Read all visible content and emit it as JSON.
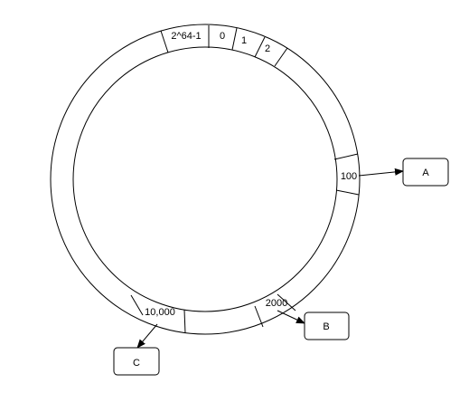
{
  "diagram": {
    "ring_segments": [
      {
        "id": "seg-max",
        "label": "2^64-1"
      },
      {
        "id": "seg-0",
        "label": "0"
      },
      {
        "id": "seg-1",
        "label": "1"
      },
      {
        "id": "seg-2",
        "label": "2"
      },
      {
        "id": "seg-100",
        "label": "100"
      },
      {
        "id": "seg-2000",
        "label": "2000"
      },
      {
        "id": "seg-10000",
        "label": "10,000"
      }
    ],
    "nodes": [
      {
        "id": "node-a",
        "label": "A"
      },
      {
        "id": "node-b",
        "label": "B"
      },
      {
        "id": "node-c",
        "label": "C"
      }
    ],
    "edges": [
      {
        "from": "seg-100",
        "to": "node-a"
      },
      {
        "from": "seg-2000",
        "to": "node-b"
      },
      {
        "from": "seg-10000",
        "to": "node-c"
      }
    ],
    "colors": {
      "stroke": "#000000",
      "fill": "#ffffff",
      "text": "#000000"
    }
  }
}
